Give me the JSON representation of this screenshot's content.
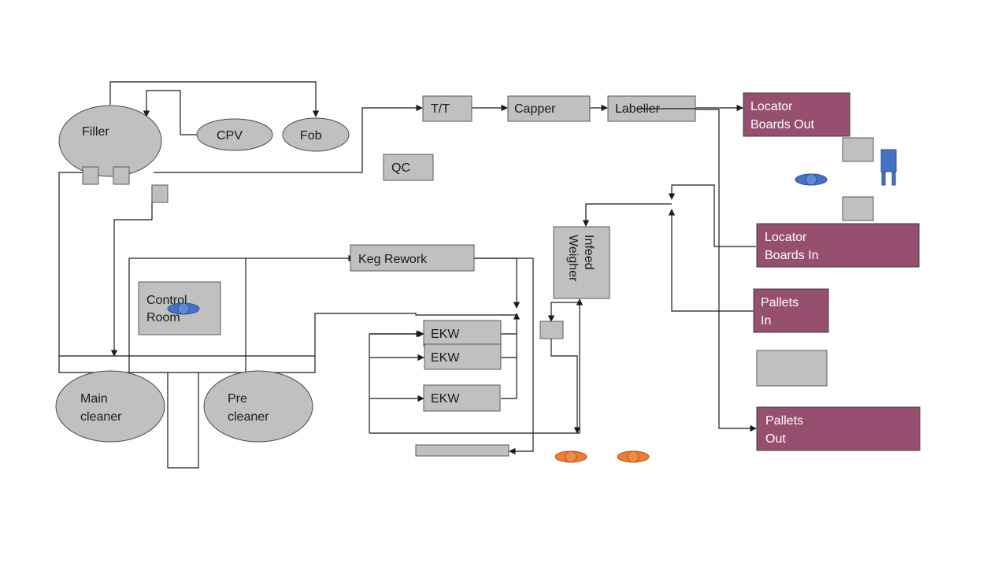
{
  "colors": {
    "box_fill": "#c0c0c0",
    "zone_fill": "#964f6f",
    "person_blue": "#4472c4",
    "person_orange": "#ed7d31",
    "forklift_blue": "#4472c4",
    "line": "#1a1a1a"
  },
  "nodes": {
    "filler": "Filler",
    "cpv": "CPV",
    "fob": "Fob",
    "tt": "T/T",
    "capper": "Capper",
    "labeller": "Labeller",
    "qc": "QC",
    "keg_rework": "Keg Rework",
    "control_room": [
      "Control",
      "Room"
    ],
    "main_cleaner": [
      "Main",
      "cleaner"
    ],
    "pre_cleaner": [
      "Pre",
      "cleaner"
    ],
    "ekw_1": "EKW",
    "ekw_2": "EKW",
    "ekw_3": "EKW",
    "infeed_weigher": [
      "Infeed",
      "Weigher"
    ],
    "locator_boards_out": [
      "Locator",
      "Boards Out"
    ],
    "locator_boards_in": [
      "Locator",
      "Boards In"
    ],
    "pallets_in": [
      "Pallets",
      "In"
    ],
    "pallets_out": [
      "Pallets",
      "Out"
    ]
  },
  "icons": {
    "person": "person-topview-icon",
    "forklift": "forklift-icon"
  }
}
